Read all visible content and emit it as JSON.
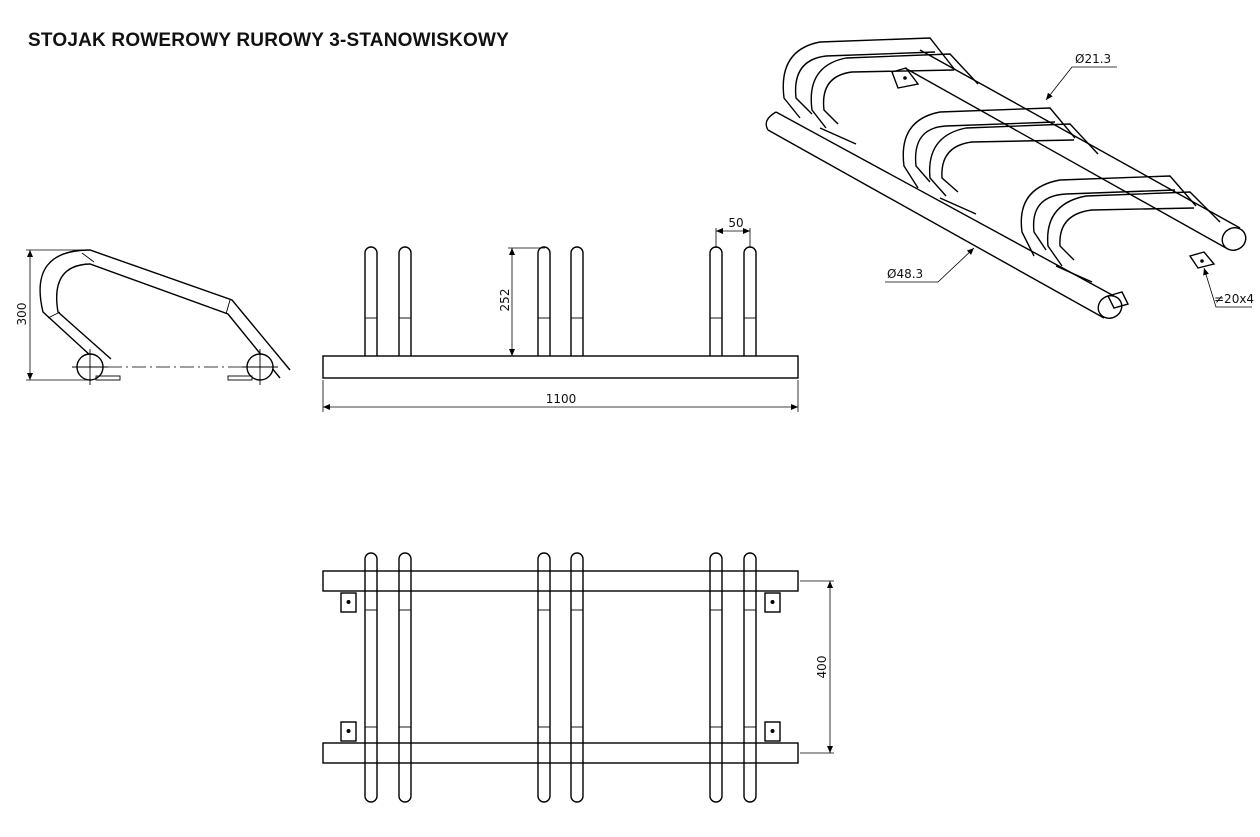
{
  "title": "STOJAK ROWEROWY RUROWY 3-STANOWISKOWY",
  "dimensions": {
    "height": "300",
    "loop_height": "252",
    "loop_spacing": "50",
    "length": "1100",
    "width": "400",
    "small_tube": "Ø21.3",
    "main_tube": "Ø48.3",
    "plate": "≠20x4"
  }
}
